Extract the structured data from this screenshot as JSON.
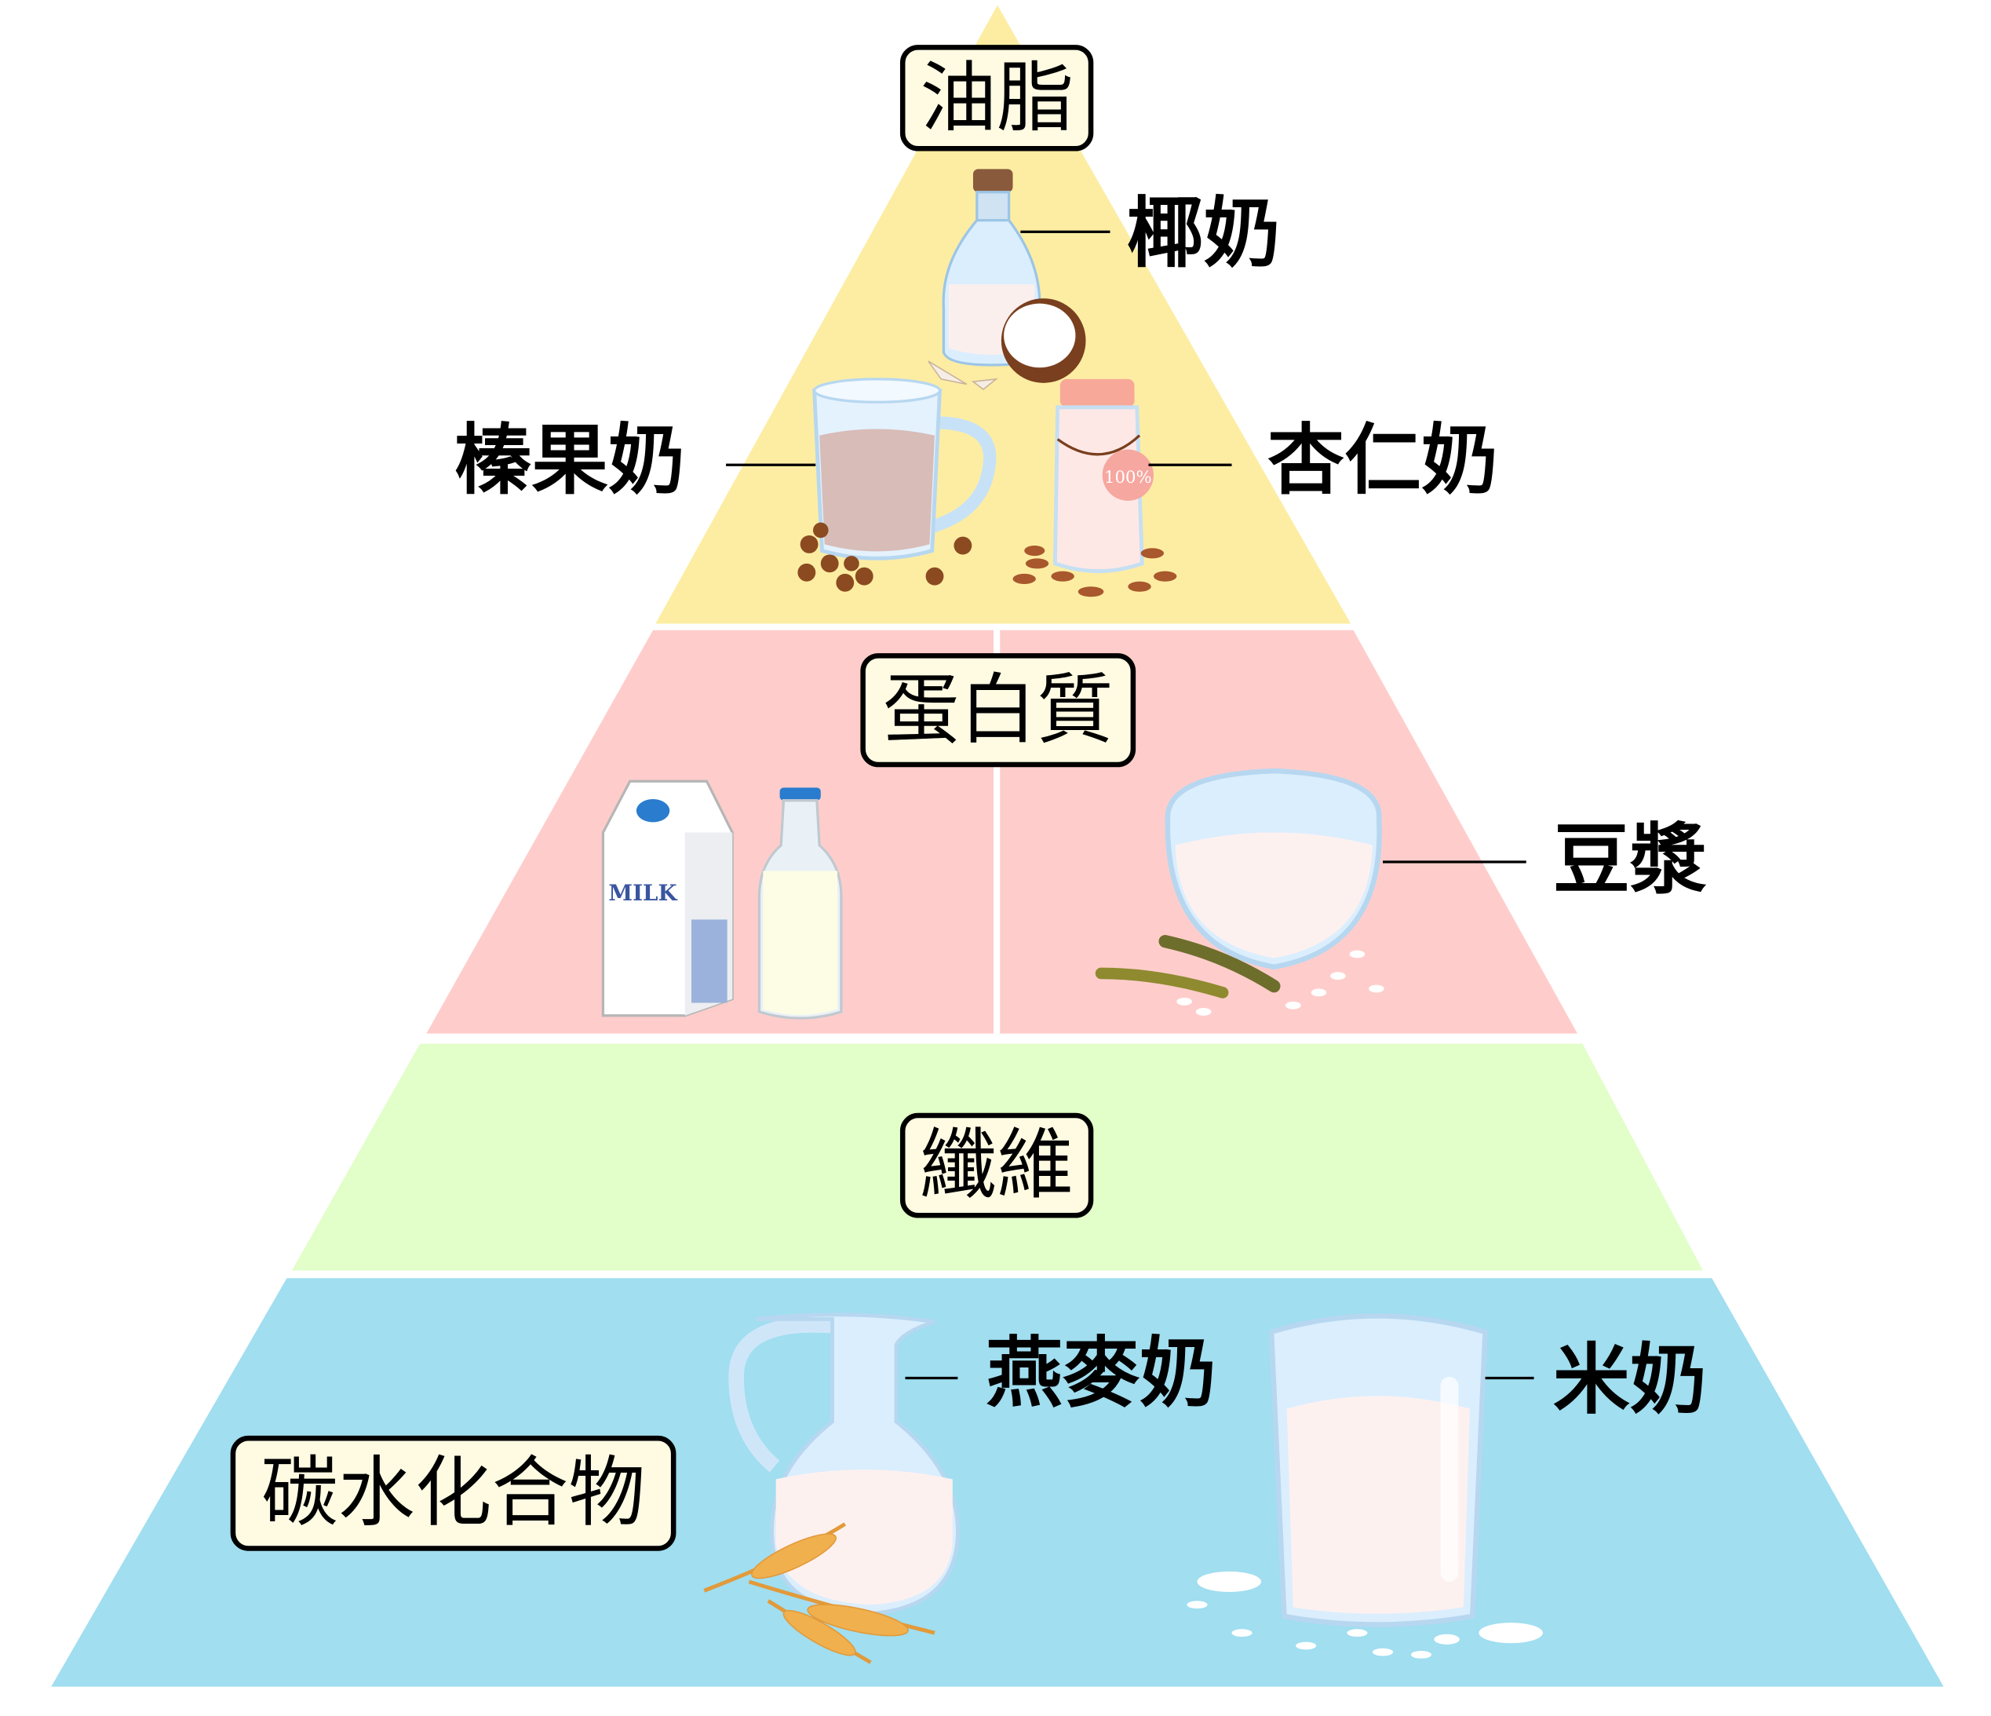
{
  "title": "植物奶營養金字塔",
  "tiers": [
    {
      "label": "油脂",
      "color": "#fdeda3",
      "items": [
        "椰奶",
        "榛果奶",
        "杏仁奶"
      ]
    },
    {
      "label": "蛋白質",
      "color": "#fecdcb",
      "items": [
        "豆漿"
      ]
    },
    {
      "label": "纖維",
      "color": "#e2fec9",
      "items": []
    },
    {
      "label": "碳水化合物",
      "color": "#a0def0",
      "items": [
        "燕麥奶",
        "米奶"
      ]
    }
  ],
  "illustrations": {
    "milk_carton_text": "MILK",
    "almond_tag_text": "100%"
  }
}
